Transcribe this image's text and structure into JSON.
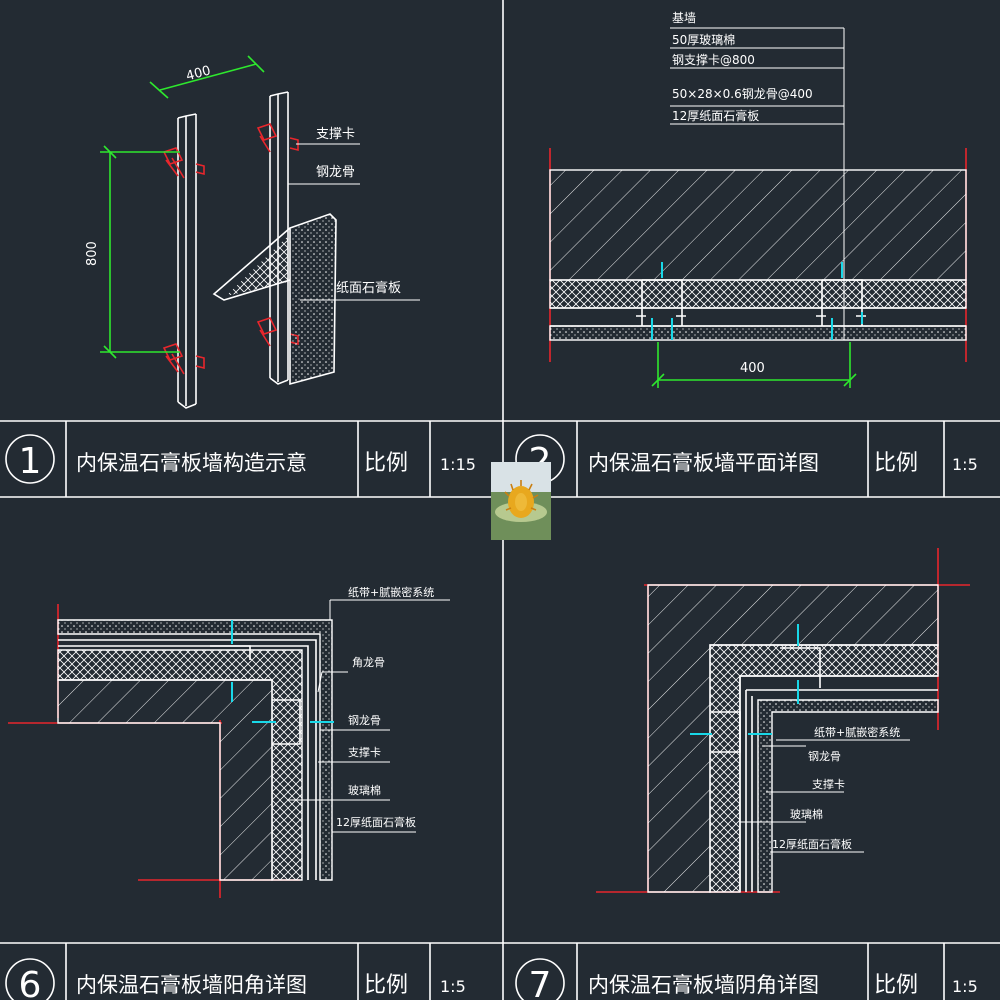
{
  "panels": [
    {
      "number": "1",
      "title": "内保温石膏板墙构造示意",
      "scale_label": "比例",
      "scale": "1:15"
    },
    {
      "number": "2",
      "title": "内保温石膏板墙平面详图",
      "scale_label": "比例",
      "scale": "1:5"
    },
    {
      "number": "6",
      "title": "内保温石膏板墙阳角详图",
      "scale_label": "比例",
      "scale": "1:5"
    },
    {
      "number": "7",
      "title": "内保温石膏板墙阴角详图",
      "scale_label": "比例",
      "scale": "1:5"
    }
  ],
  "fig1": {
    "dim_width": "400",
    "dim_height": "800",
    "label_clip": "支撑卡",
    "label_keel": "钢龙骨",
    "label_board": "纸面石膏板"
  },
  "fig2": {
    "labels": [
      "基墙",
      "50厚玻璃棉",
      "钢支撑卡@800",
      "50×28×0.6钢龙骨@400",
      "12厚纸面石膏板"
    ],
    "dim": "400"
  },
  "fig6": {
    "label_joint": "纸带+腻嵌密系统",
    "label_corner": "角龙骨",
    "label_keel": "钢龙骨",
    "label_clip": "支撑卡",
    "label_wool": "玻璃棉",
    "label_board": "12厚纸面石膏板"
  },
  "fig7": {
    "label_joint": "纸带+腻嵌密系统",
    "label_keel": "钢龙骨",
    "label_clip": "支撑卡",
    "label_wool": "玻璃棉",
    "label_board": "12厚纸面石膏板"
  },
  "colors": {
    "background": "#232b33",
    "line": "#ffffff",
    "red": "#e8262c",
    "green": "#2ee82e",
    "cyan": "#19d8e8"
  }
}
